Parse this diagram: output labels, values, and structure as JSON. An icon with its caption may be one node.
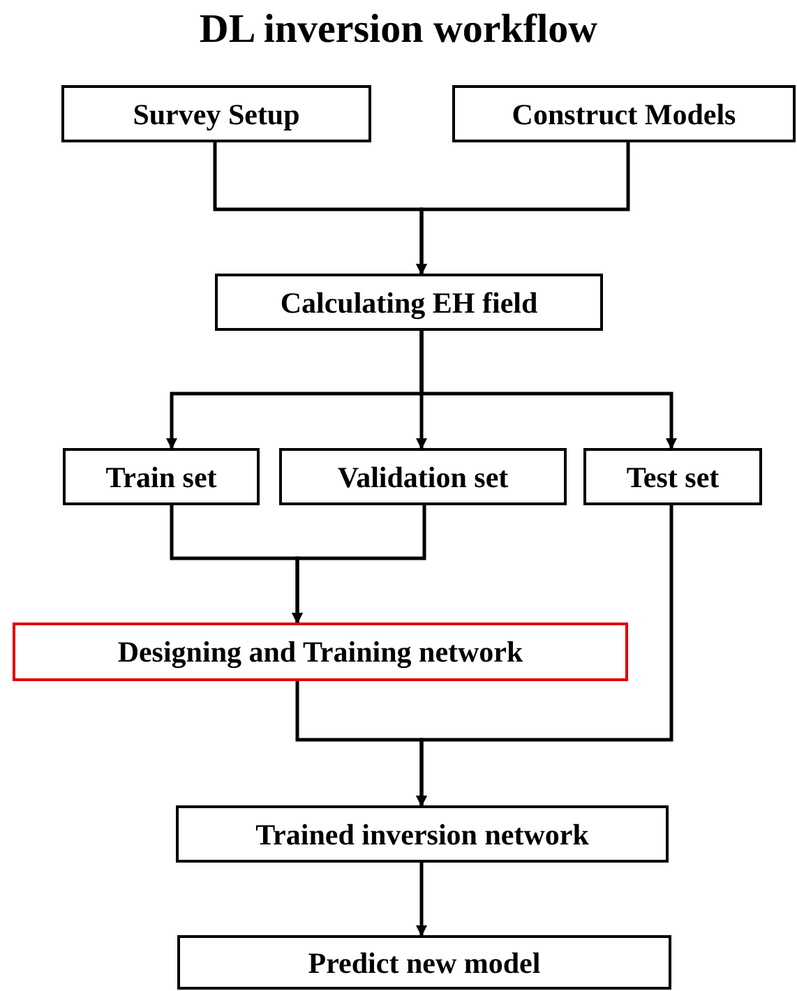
{
  "diagram": {
    "title": "DL inversion workflow",
    "nodes": [
      {
        "text": [
          "Survey Setup"
        ]
      },
      {
        "text": [
          "Construct Models"
        ]
      },
      {
        "text": [
          "Calculating EH field"
        ]
      },
      {
        "text": [
          "Train set"
        ]
      },
      {
        "text": [
          "Validation set"
        ]
      },
      {
        "text": [
          "Test set"
        ]
      },
      {
        "text": [
          "Designing and Training network"
        ]
      },
      {
        "text": [
          "Trained inversion network"
        ]
      },
      {
        "text": [
          "Predict new model"
        ]
      }
    ],
    "edges": [
      {
        "from": 0,
        "to": 2,
        "arrow": "to"
      },
      {
        "from": 1,
        "to": 2,
        "arrow": "to"
      },
      {
        "from": 2,
        "to": 3,
        "arrow": "to"
      },
      {
        "from": 2,
        "to": 4,
        "arrow": "to"
      },
      {
        "from": 2,
        "to": 5,
        "arrow": "to"
      },
      {
        "from": 3,
        "to": 6,
        "arrow": "to"
      },
      {
        "from": 4,
        "to": 6,
        "arrow": "to"
      },
      {
        "from": 6,
        "to": 7,
        "arrow": "to"
      },
      {
        "from": 5,
        "to": 7,
        "arrow": "to"
      },
      {
        "from": 7,
        "to": 8,
        "arrow": "to"
      }
    ]
  }
}
